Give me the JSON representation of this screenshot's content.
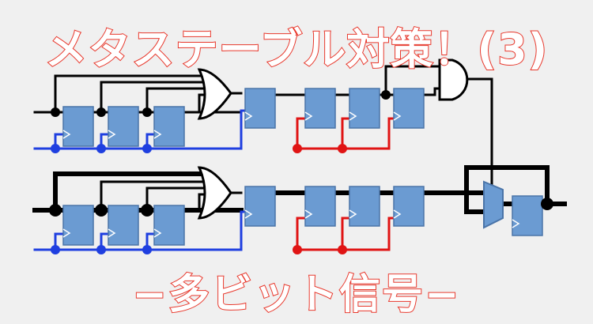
{
  "title": "メタステーブル対策！(3)",
  "subtitle": "−多ビット信号−",
  "colors": {
    "background": "#f0f0f0",
    "title_outline": "#e8382c",
    "title_fill": "#ffffff",
    "flipflop_fill": "#6b9bd2",
    "flipflop_stroke": "#4a74a8",
    "wire_data": "#000000",
    "wire_clock_a": "#1f3fe0",
    "wire_clock_b": "#e01414"
  },
  "icons": {
    "flipflop": "d-flipflop-symbol",
    "or_gate": "or-gate-symbol",
    "and_gate": "and-gate-symbol",
    "mux": "multiplexer-symbol"
  }
}
